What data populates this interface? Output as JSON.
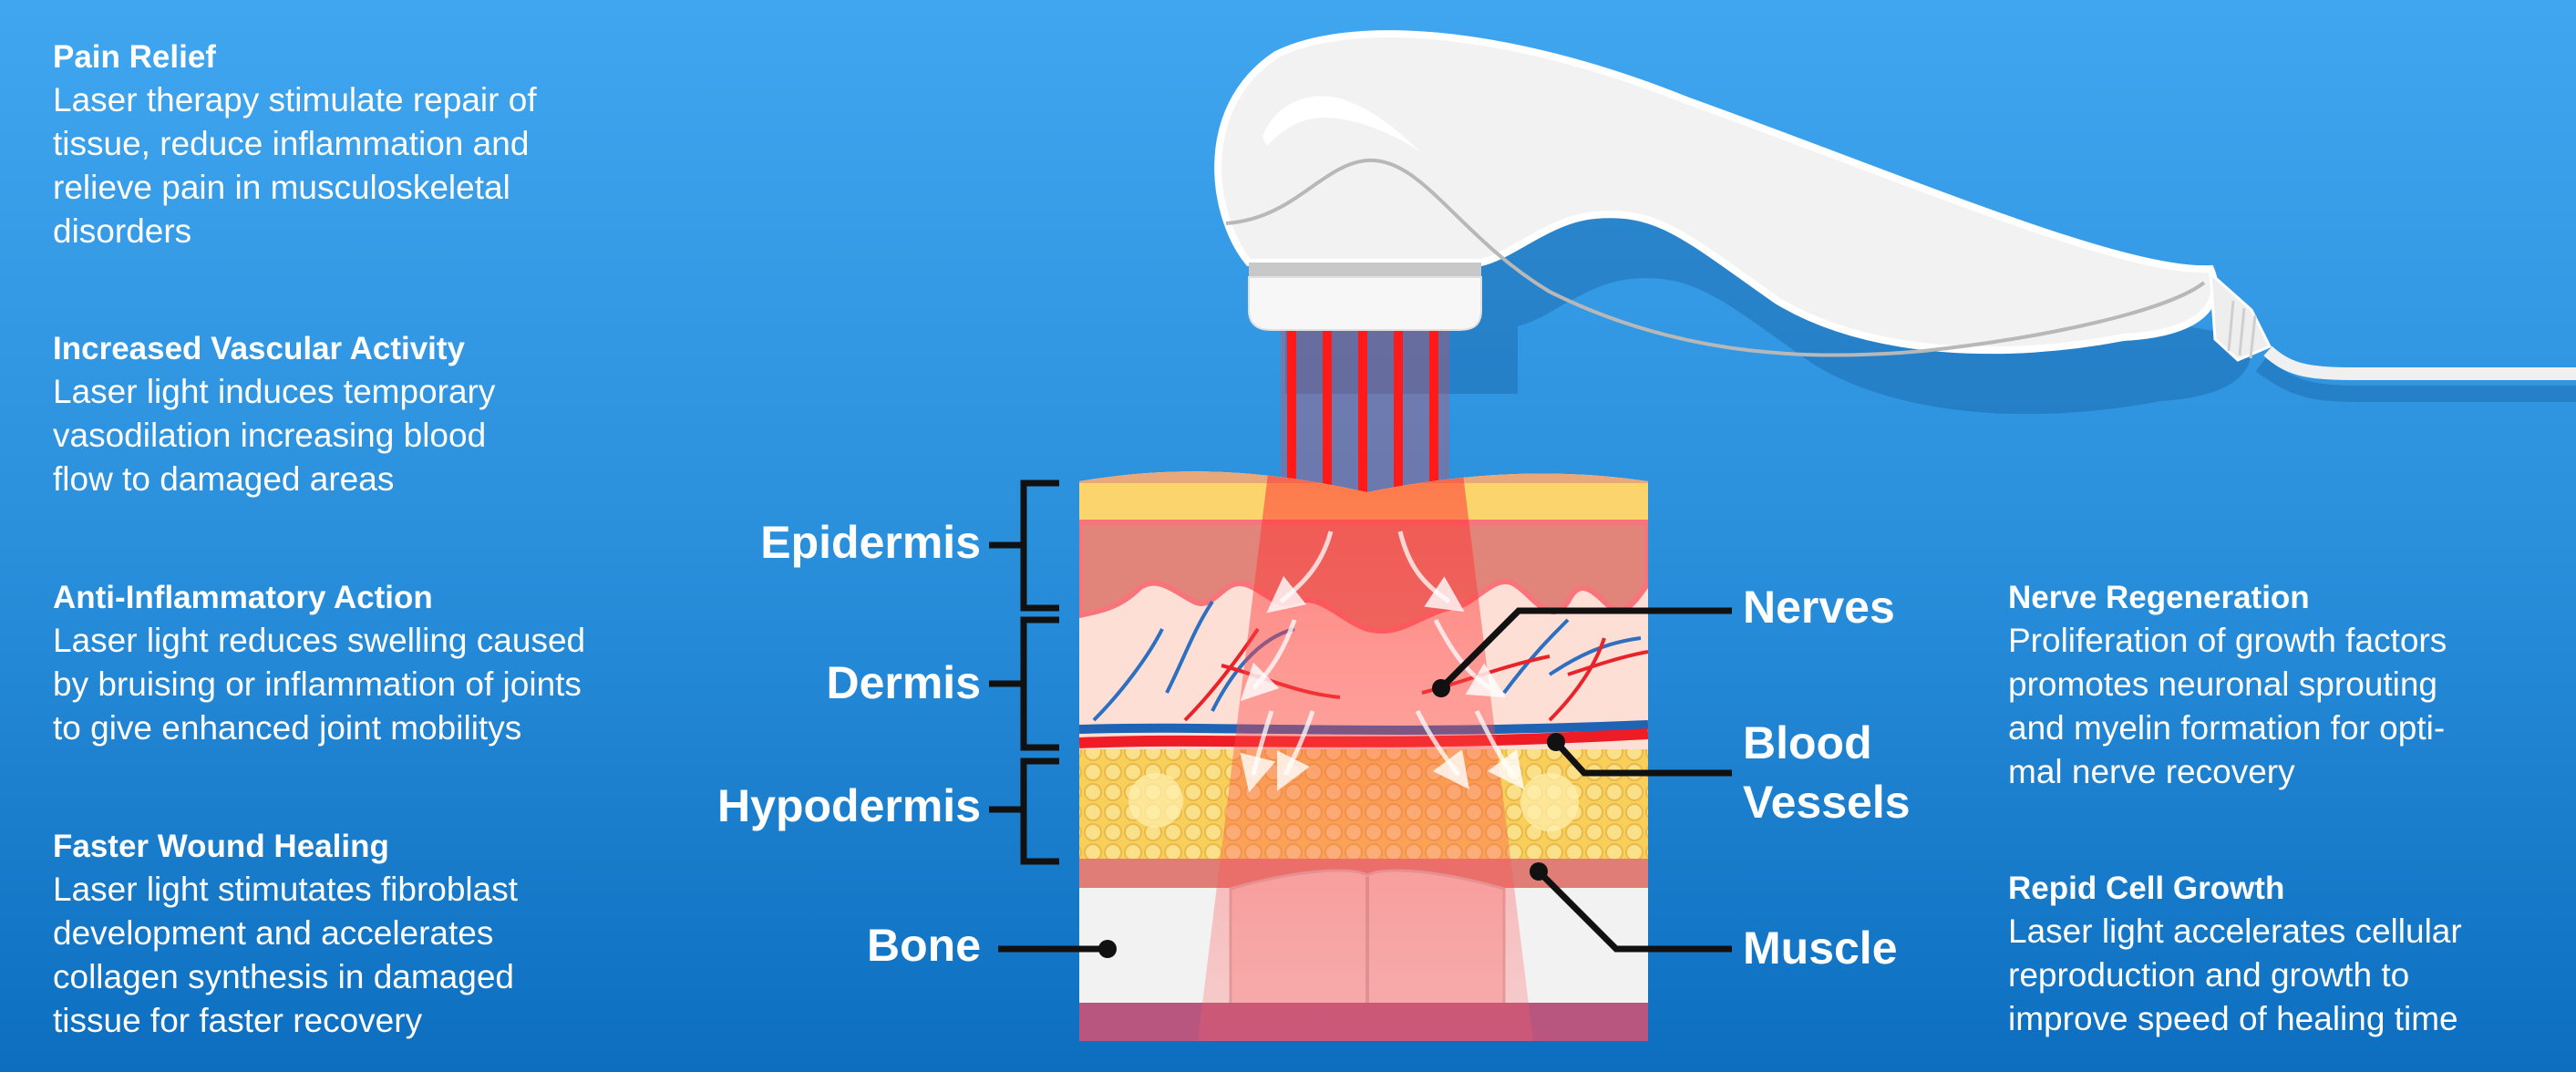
{
  "left_benefits": [
    {
      "title": "Pain Relief",
      "lines": [
        "Laser therapy stimulate repair of",
        "tissue, reduce inflammation and",
        "relieve pain in musculoskeletal",
        "disorders"
      ]
    },
    {
      "title": "Increased Vascular Activity",
      "lines": [
        "Laser light induces temporary",
        "vasodilation increasing blood",
        "flow to damaged areas"
      ]
    },
    {
      "title": "Anti-Inflammatory Action",
      "lines": [
        "Laser light reduces swelling caused",
        "by bruising or inflammation of joints",
        "to give enhanced joint mobilitys"
      ]
    },
    {
      "title": "Faster Wound Healing",
      "lines": [
        "Laser light stimutates fibroblast",
        "development and accelerates",
        "collagen synthesis in damaged",
        "tissue for faster recovery"
      ]
    }
  ],
  "right_benefits": [
    {
      "title": "Nerve Regeneration",
      "lines": [
        "Proliferation of growth factors",
        "promotes neuronal sprouting",
        "and myelin formation for opti-",
        "mal nerve recovery"
      ]
    },
    {
      "title": "Repid Cell Growth",
      "lines": [
        "Laser light accelerates cellular",
        "reproduction and growth to",
        "improve speed of healing time"
      ]
    }
  ],
  "layer_labels": {
    "epidermis": "Epidermis",
    "dermis": "Dermis",
    "hypodermis": "Hypodermis",
    "bone": "Bone"
  },
  "structure_labels": {
    "nerves": "Nerves",
    "blood_line1": "Blood",
    "blood_line2": "Vessels",
    "muscle": "Muscle"
  },
  "colors": {
    "bg_top": "#40a6f0",
    "bg_bottom": "#0d6ebf",
    "laser": "#ff1a1a",
    "leader": "#111111"
  }
}
